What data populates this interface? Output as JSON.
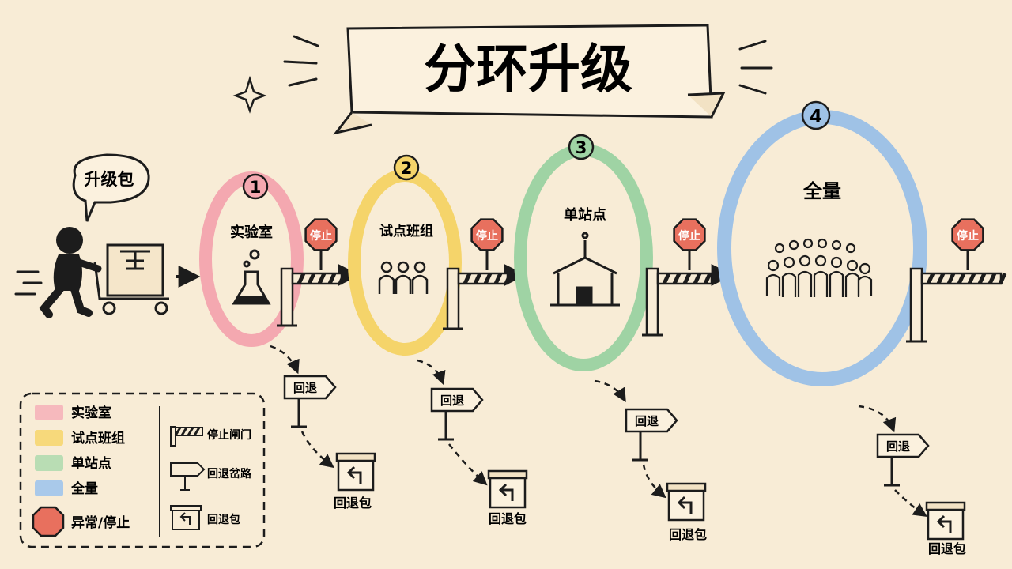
{
  "title": "分环升级",
  "upgrade_package": "升级包",
  "stop_label": "停止",
  "rollback_label": "回退",
  "rollback_package_label": "回退包",
  "rings": [
    {
      "number": "1",
      "label": "实验室",
      "color": "#f4a8b0",
      "icon": "flask-icon"
    },
    {
      "number": "2",
      "label": "试点班组",
      "color": "#f5d46a",
      "icon": "people-small-icon"
    },
    {
      "number": "3",
      "label": "单站点",
      "color": "#9fd3a4",
      "icon": "building-icon"
    },
    {
      "number": "4",
      "label": "全量",
      "color": "#9fc2e6",
      "icon": "crowd-icon"
    }
  ],
  "legend": {
    "rings": [
      {
        "label": "实验室",
        "color": "#f6b9bd"
      },
      {
        "label": "试点班组",
        "color": "#f7d97b"
      },
      {
        "label": "单站点",
        "color": "#b9ddb4"
      },
      {
        "label": "全量",
        "color": "#a9c9ea"
      }
    ],
    "anomaly_label": "异常/停止",
    "gate_label": "停止闸门",
    "fork_label": "回退岔路",
    "package_label": "回退包"
  },
  "colors": {
    "background": "#f8ecd6",
    "ink": "#1c1c1c",
    "stop_sign": "#e8705e"
  }
}
